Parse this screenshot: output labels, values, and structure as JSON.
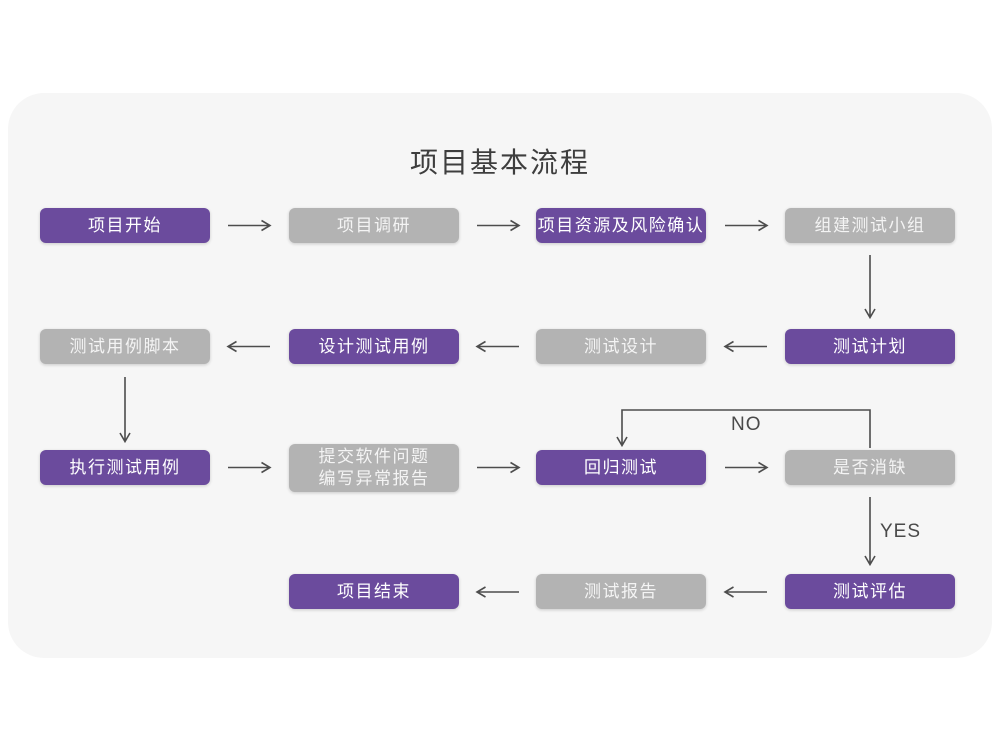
{
  "title": "项目基本流程",
  "edge_labels": {
    "no": "NO",
    "yes": "YES"
  },
  "colors": {
    "node_purple": "#6b4b9d",
    "node_gray": "#b3b3b3",
    "card_background": "#f6f6f6",
    "page_background": "#ffffff",
    "line": "#4d4d4d",
    "title_text": "#3e3e3e"
  },
  "nodes": [
    {
      "id": "project-start",
      "label": "项目开始",
      "variant": "purple"
    },
    {
      "id": "project-research",
      "label": "项目调研",
      "variant": "gray"
    },
    {
      "id": "resources-risk",
      "label": "项目资源及风险确认",
      "variant": "purple"
    },
    {
      "id": "build-test-team",
      "label": "组建测试小组",
      "variant": "gray"
    },
    {
      "id": "test-case-scripts",
      "label": "测试用例脚本",
      "variant": "gray"
    },
    {
      "id": "design-test-cases",
      "label": "设计测试用例",
      "variant": "purple"
    },
    {
      "id": "test-design",
      "label": "测试设计",
      "variant": "gray"
    },
    {
      "id": "test-plan",
      "label": "测试计划",
      "variant": "purple"
    },
    {
      "id": "execute-test-cases",
      "label": "执行测试用例",
      "variant": "purple"
    },
    {
      "id": "submit-issues",
      "label": "提交软件问题",
      "label2": "编写异常报告",
      "variant": "gray"
    },
    {
      "id": "regression-test",
      "label": "回归测试",
      "variant": "purple"
    },
    {
      "id": "defects-cleared",
      "label": "是否消缺",
      "variant": "gray"
    },
    {
      "id": "project-end",
      "label": "项目结束",
      "variant": "purple"
    },
    {
      "id": "test-report",
      "label": "测试报告",
      "variant": "gray"
    },
    {
      "id": "test-evaluation",
      "label": "测试评估",
      "variant": "purple"
    }
  ]
}
